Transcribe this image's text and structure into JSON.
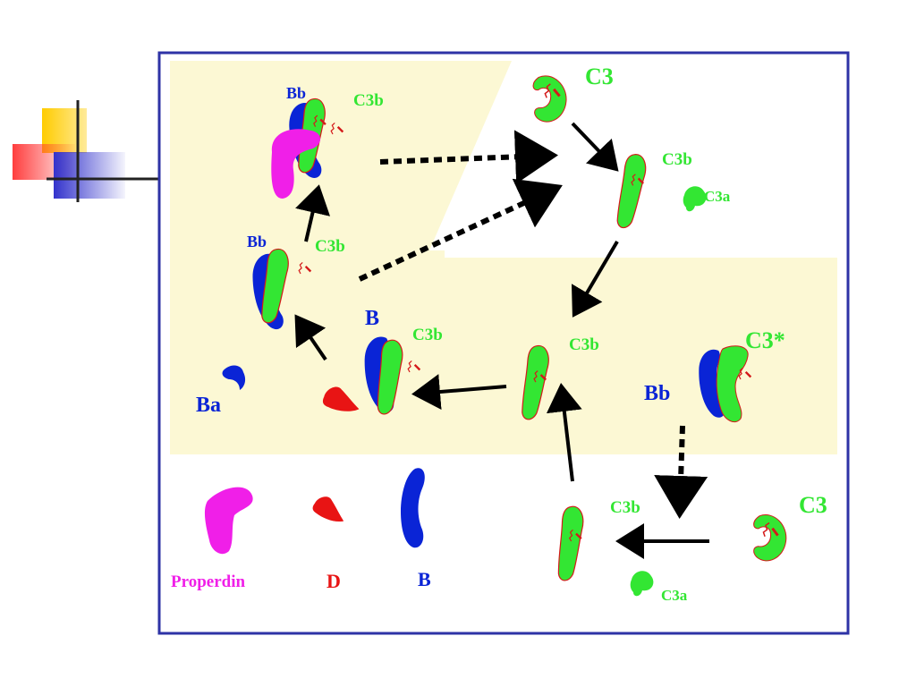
{
  "colors": {
    "frame": "#2e33a6",
    "highlight": "#fcf8d4",
    "c3": "#33e633",
    "b_factor": "#0a24d6",
    "properdin": "#f01fe8",
    "d_factor": "#e81414",
    "bond": "#d41a1a",
    "arrow": "#000000",
    "deco_yellow": "#ffcc00",
    "deco_blue": "#3333cc",
    "deco_red": "#ff3333"
  },
  "labels": {
    "c3_top": "C3",
    "c3b_top": "C3b",
    "c3a_top": "C3a",
    "bb_properdin_complex": "Bb",
    "c3b_properdin_complex": "C3b",
    "bb_middle": "Bb",
    "c3b_middle": "C3b",
    "ba": "Ba",
    "b_complex": "B",
    "c3b_b_complex": "C3b",
    "c3b_center": "C3b",
    "c3_star": "C3*",
    "bb_right": "Bb",
    "c3b_bottom": "C3b",
    "c3a_bottom": "C3a",
    "c3_bottom": "C3",
    "legend_properdin": "Properdin",
    "legend_d": "D",
    "legend_b": "B"
  }
}
